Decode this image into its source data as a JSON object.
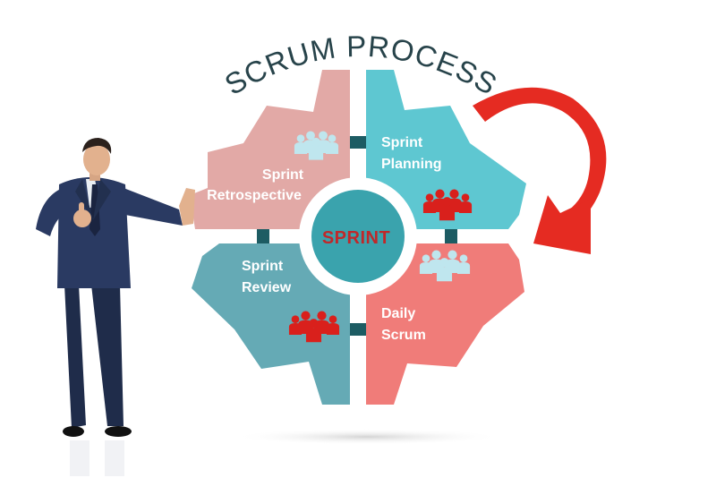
{
  "diagram": {
    "title": "SCRUM PROCESS",
    "center": "SPRINT",
    "segments": [
      {
        "line1": "Sprint",
        "line2": "Retrospective",
        "color": "#e2a9a6"
      },
      {
        "line1": "Sprint",
        "line2": "Planning",
        "color": "#5ec7d1"
      },
      {
        "line1": "Sprint",
        "line2": "Review",
        "color": "#65aab5"
      },
      {
        "line1": "Daily",
        "line2": "Scrum",
        "color": "#f07c79"
      }
    ],
    "hub_color": "#3aa3ad",
    "arrow_color": "#e52b22",
    "people_icon_colors": {
      "light": "#bfe6ee",
      "red": "#d9201c"
    }
  }
}
